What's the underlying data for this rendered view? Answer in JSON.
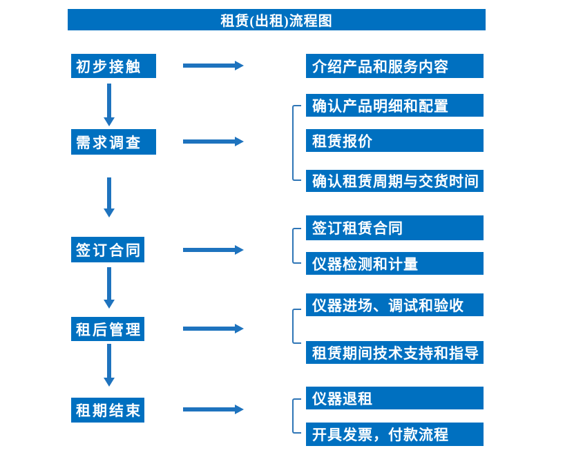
{
  "title": "租赁(出租)流程图",
  "colors": {
    "box_fill": "#0070c0",
    "arrow": "#1e73be",
    "bracket": "#2e75b6",
    "text": "#ffffff",
    "background": "#ffffff"
  },
  "steps": [
    {
      "label": "初步接触",
      "outputs": [
        "介绍产品和服务内容"
      ]
    },
    {
      "label": "需求调查",
      "outputs": [
        "确认产品明细和配置",
        "租赁报价",
        "确认租赁周期与交货时间"
      ]
    },
    {
      "label": "签订合同",
      "outputs": [
        "签订租赁合同",
        "仪器检测和计量"
      ]
    },
    {
      "label": "租后管理",
      "outputs": [
        "仪器进场、调试和验收",
        "租赁期间技术支持和指导"
      ]
    },
    {
      "label": "租期结束",
      "outputs": [
        "仪器退租",
        "开具发票，付款流程"
      ]
    }
  ]
}
